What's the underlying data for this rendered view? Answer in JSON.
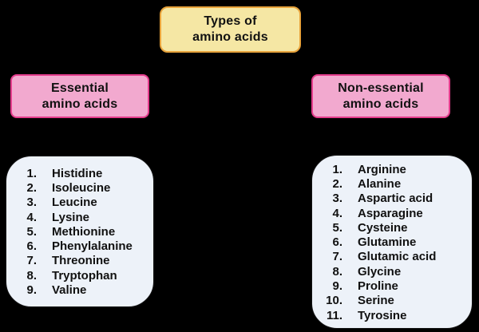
{
  "colors": {
    "background": "#000000",
    "root_fill": "#F5E7A4",
    "root_border": "#E8A33B",
    "branch_fill": "#F2A9CF",
    "branch_border": "#E43C8C",
    "list_fill": "#EDF2F9",
    "text": "#111111"
  },
  "root": {
    "line1": "Types of",
    "line2": "amino acids"
  },
  "branches": [
    {
      "label_line1": "Essential",
      "label_line2": "amino acids",
      "items": [
        {
          "num": "1.",
          "name": "Histidine"
        },
        {
          "num": "2.",
          "name": "Isoleucine"
        },
        {
          "num": "3.",
          "name": "Leucine"
        },
        {
          "num": "4.",
          "name": "Lysine"
        },
        {
          "num": "5.",
          "name": "Methionine"
        },
        {
          "num": "6.",
          "name": "Phenylalanine"
        },
        {
          "num": "7.",
          "name": "Threonine"
        },
        {
          "num": "8.",
          "name": "Tryptophan"
        },
        {
          "num": "9.",
          "name": "Valine"
        }
      ]
    },
    {
      "label_line1": "Non-essential",
      "label_line2": "amino acids",
      "items": [
        {
          "num": "1.",
          "name": "Arginine"
        },
        {
          "num": "2.",
          "name": "Alanine"
        },
        {
          "num": "3.",
          "name": "Aspartic acid"
        },
        {
          "num": "4.",
          "name": "Asparagine"
        },
        {
          "num": "5.",
          "name": "Cysteine"
        },
        {
          "num": "6.",
          "name": "Glutamine"
        },
        {
          "num": "7.",
          "name": "Glutamic acid"
        },
        {
          "num": "8.",
          "name": "Glycine"
        },
        {
          "num": "9.",
          "name": "Proline"
        },
        {
          "num": "10.",
          "name": "Serine"
        },
        {
          "num": "11.",
          "name": "Tyrosine"
        }
      ]
    }
  ]
}
